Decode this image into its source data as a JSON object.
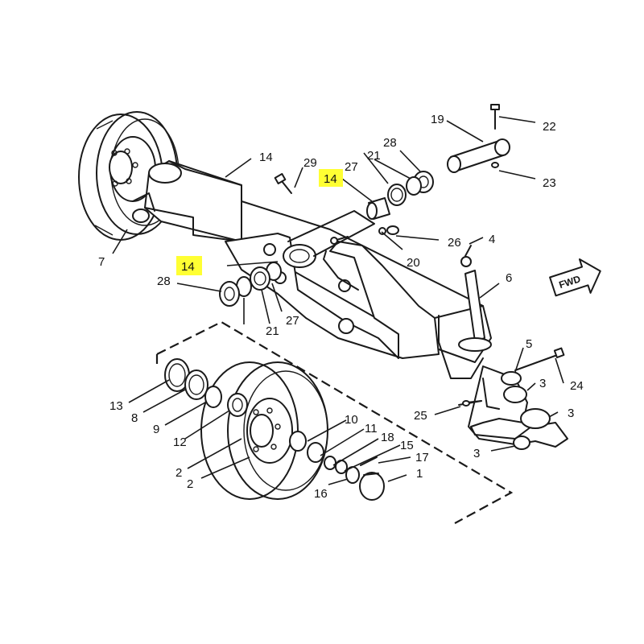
{
  "callouts": [
    {
      "id": "c1",
      "text": "1"
    },
    {
      "id": "c2a",
      "text": "2"
    },
    {
      "id": "c2b",
      "text": "2"
    },
    {
      "id": "c3a",
      "text": "3"
    },
    {
      "id": "c3b",
      "text": "3"
    },
    {
      "id": "c3c",
      "text": "3"
    },
    {
      "id": "c4",
      "text": "4"
    },
    {
      "id": "c5",
      "text": "5"
    },
    {
      "id": "c6",
      "text": "6"
    },
    {
      "id": "c7",
      "text": "7"
    },
    {
      "id": "c8",
      "text": "8"
    },
    {
      "id": "c9",
      "text": "9"
    },
    {
      "id": "c10",
      "text": "10"
    },
    {
      "id": "c11",
      "text": "11"
    },
    {
      "id": "c12",
      "text": "12"
    },
    {
      "id": "c13",
      "text": "13"
    },
    {
      "id": "c14a",
      "text": "14"
    },
    {
      "id": "c14b",
      "text": "14",
      "highlight": true
    },
    {
      "id": "c14c",
      "text": "14",
      "highlight": true
    },
    {
      "id": "c15",
      "text": "15"
    },
    {
      "id": "c16",
      "text": "16"
    },
    {
      "id": "c17",
      "text": "17"
    },
    {
      "id": "c18",
      "text": "18"
    },
    {
      "id": "c19",
      "text": "19"
    },
    {
      "id": "c20",
      "text": "20"
    },
    {
      "id": "c21a",
      "text": "21"
    },
    {
      "id": "c21b",
      "text": "21"
    },
    {
      "id": "c22",
      "text": "22"
    },
    {
      "id": "c23",
      "text": "23"
    },
    {
      "id": "c24",
      "text": "24"
    },
    {
      "id": "c25",
      "text": "25"
    },
    {
      "id": "c26",
      "text": "26"
    },
    {
      "id": "c27a",
      "text": "27"
    },
    {
      "id": "c27b",
      "text": "27"
    },
    {
      "id": "c28a",
      "text": "28"
    },
    {
      "id": "c28b",
      "text": "28"
    },
    {
      "id": "c29",
      "text": "29"
    }
  ],
  "direction_badge": {
    "label": "FWD"
  },
  "colors": {
    "highlight": "#ffff33",
    "line": "#1a1a1a",
    "background": "#ffffff"
  }
}
